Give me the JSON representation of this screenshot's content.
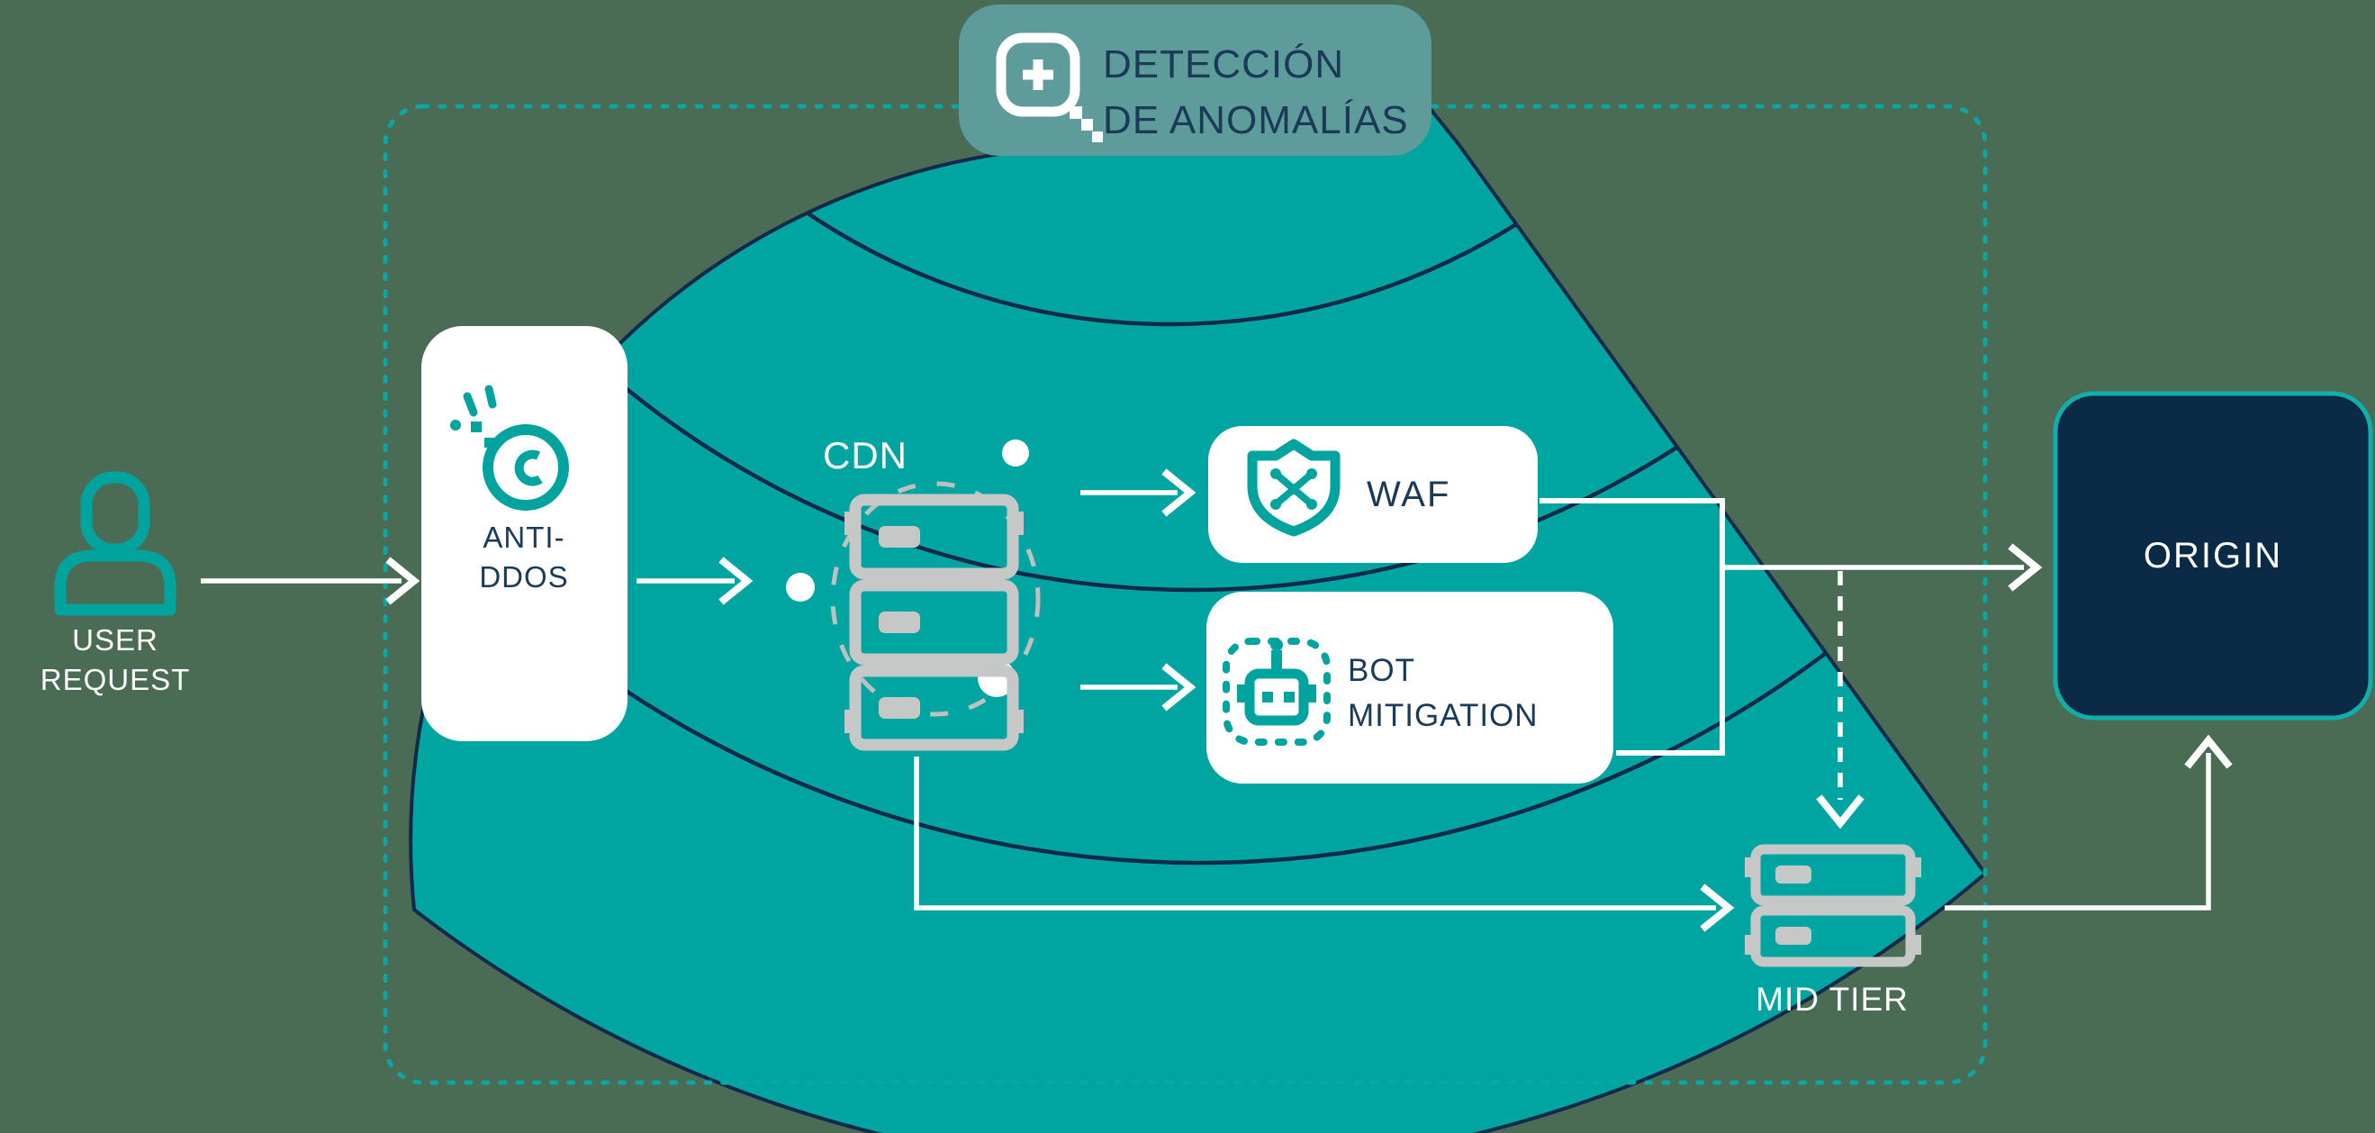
{
  "colors": {
    "bg": "#4A6B54",
    "fan": "#00A5A1",
    "navy": "#12294A",
    "navyText": "#1B3A58",
    "banner": "#5E9B9B",
    "tealIcon": "#00A39E",
    "tealDash": "#0CA6A4",
    "originFill": "#0B2A46",
    "originBorder": "#11AFAB",
    "serverGray": "#C6C8C7",
    "grayDash": "#BCC2C0"
  },
  "banner": {
    "line1": "DETECCIÓN",
    "line2": "DE ANOMALÍAS",
    "icon": "magnifier-plus-icon"
  },
  "nodes": {
    "user": {
      "line1": "USER",
      "line2": "REQUEST",
      "icon": "user-icon"
    },
    "anti_ddos": {
      "line1": "ANTI-",
      "line2": "DDOS",
      "icon": "meteor-icon"
    },
    "cdn": {
      "label": "CDN",
      "icon": "server-stack-icon"
    },
    "waf": {
      "label": "WAF",
      "icon": "shield-x-icon"
    },
    "bot_mitigation": {
      "line1": "BOT",
      "line2": "MITIGATION",
      "icon": "robot-chip-icon"
    },
    "origin": {
      "label": "ORIGIN"
    },
    "mid_tier": {
      "label": "MID TIER",
      "icon": "server-stack-icon"
    }
  }
}
